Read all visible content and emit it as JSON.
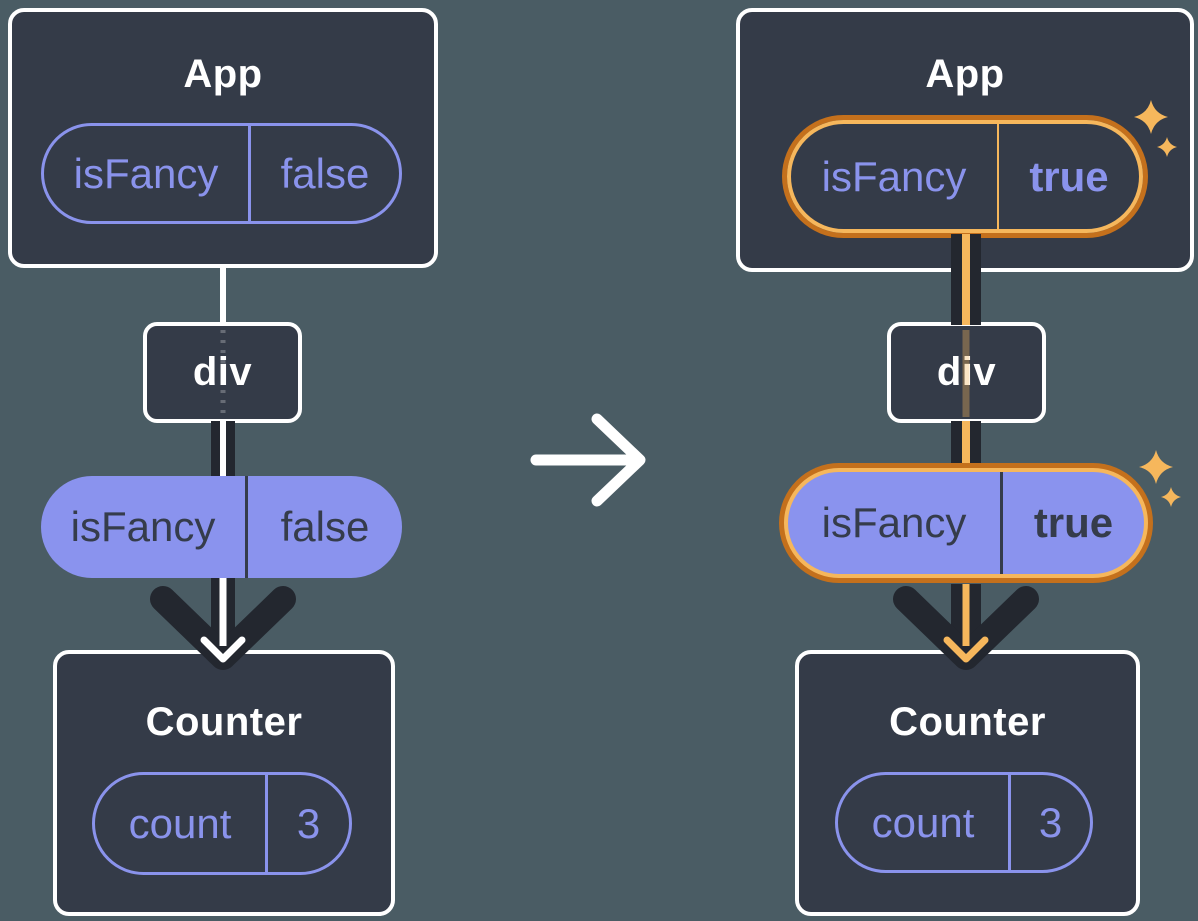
{
  "colors": {
    "background": "#4A5C64",
    "box_fill": "#343B48",
    "box_border": "#FFFFFF",
    "purple": "#8A93EC",
    "purple_fill": "#8A93EE",
    "dark_ink": "#23272F",
    "pill_text_dark": "#353C4B",
    "orange_dark": "#C4701C",
    "orange_light": "#F6B75C",
    "white": "#FFFFFF"
  },
  "icons": {
    "transition_arrow": "arrow-right-icon",
    "highlight_sparkles": "sparkles-icon",
    "prop_flow_arrow": "arrow-down-icon"
  },
  "panels": {
    "before": {
      "app": {
        "label": "App",
        "prop_name": "isFancy",
        "prop_value": "false"
      },
      "div": {
        "label": "div"
      },
      "passed_prop": {
        "name": "isFancy",
        "value": "false"
      },
      "counter": {
        "label": "Counter",
        "state_name": "count",
        "state_value": "3"
      }
    },
    "after": {
      "app": {
        "label": "App",
        "prop_name": "isFancy",
        "prop_value": "true"
      },
      "div": {
        "label": "div"
      },
      "passed_prop": {
        "name": "isFancy",
        "value": "true"
      },
      "counter": {
        "label": "Counter",
        "state_name": "count",
        "state_value": "3"
      }
    }
  }
}
